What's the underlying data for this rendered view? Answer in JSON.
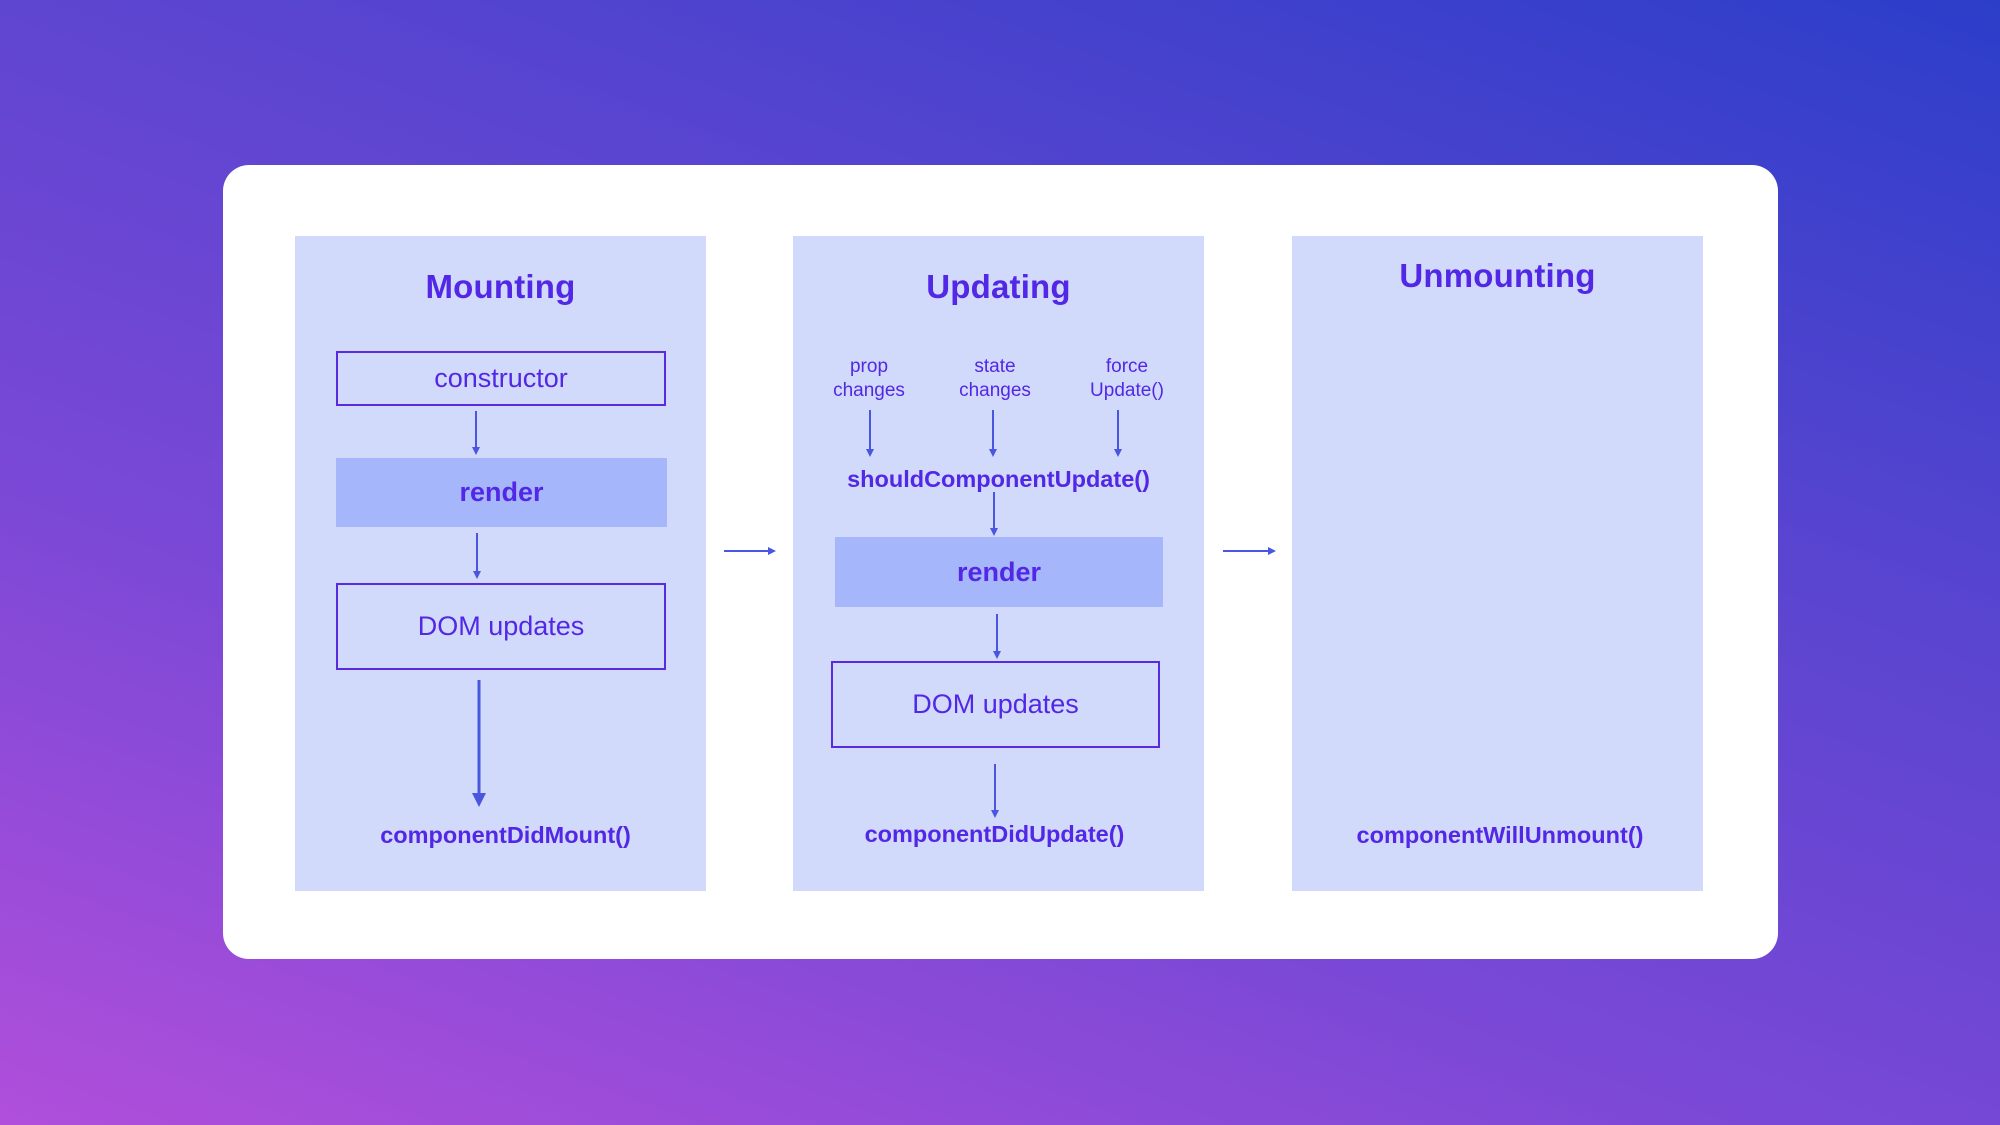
{
  "mounting": {
    "title": "Mounting",
    "constructor": "constructor",
    "render": "render",
    "dom_updates": "DOM updates",
    "did_mount": "componentDidMount()"
  },
  "updating": {
    "title": "Updating",
    "triggers": [
      "prop\nchanges",
      "state\nchanges",
      "force\nUpdate()"
    ],
    "should_update": "shouldComponentUpdate()",
    "render": "render",
    "dom_updates": "DOM updates",
    "did_update": "componentDidUpdate()"
  },
  "unmounting": {
    "title": "Unmounting",
    "will_unmount": "componentWillUnmount()"
  },
  "colors": {
    "background_start": "#b04fdb",
    "background_end": "#2c3ec9",
    "card": "#ffffff",
    "panel": "#d2dafb",
    "render_fill": "#a6b6fb",
    "text": "#5227e6",
    "arrow": "#4a55e0"
  }
}
